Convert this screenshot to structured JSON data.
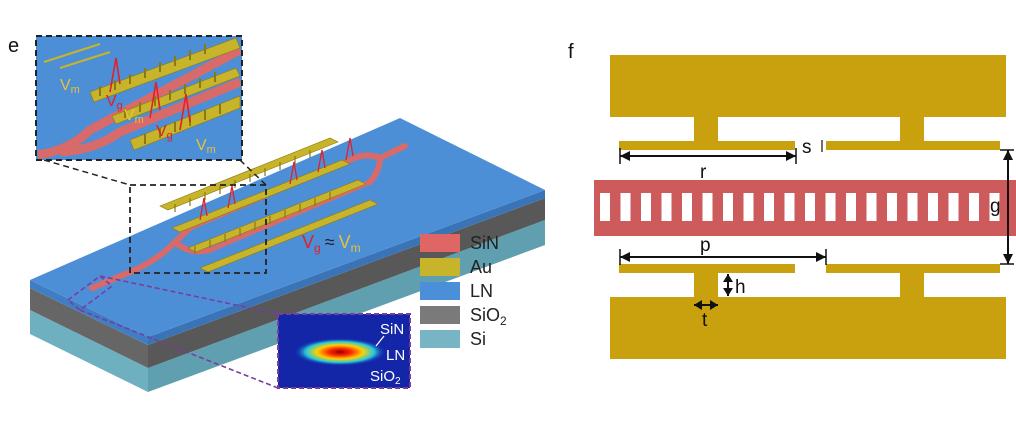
{
  "panels": {
    "e": {
      "letter": "e"
    },
    "f": {
      "letter": "f"
    }
  },
  "callout": {
    "vm_main": "V",
    "vm_sub": "m",
    "vg_main": "V",
    "vg_sub": "g"
  },
  "relation": {
    "lhs": "V",
    "lhs_sub": "g",
    "approx": "≈",
    "rhs": "V",
    "rhs_sub": "m"
  },
  "legend": [
    {
      "main": "SiN",
      "sub": "",
      "color": "#e06666"
    },
    {
      "main": "Au",
      "sub": "",
      "color": "#c8b42a"
    },
    {
      "main": "LN",
      "sub": "",
      "color": "#4a8fd8"
    },
    {
      "main": "SiO",
      "sub": "2",
      "color": "#7a7a7a"
    },
    {
      "main": "Si",
      "sub": "",
      "color": "#78b4c4"
    }
  ],
  "mode_inset": {
    "sin": "SiN",
    "ln": "LN",
    "sio2_main": "SiO",
    "sio2_sub": "2"
  },
  "dimensions": {
    "s": "s",
    "r": "r",
    "g": "g",
    "p": "p",
    "h": "h",
    "t": "t"
  },
  "colors": {
    "gold": "#c9a00e",
    "waveguide_red": "#cd5b5b",
    "ln_blue": "#4d8fd6",
    "sio2_gray": "#6f6f6f",
    "si_cyan": "#79b7c6",
    "inset_bg": "#1426a8",
    "dashed_purple": "#7a3c9e"
  }
}
